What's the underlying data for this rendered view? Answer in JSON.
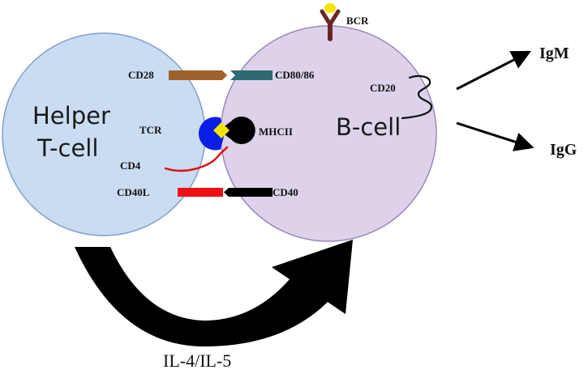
{
  "cells": {
    "t_cell": {
      "line1": "Helper",
      "line2": "T-cell",
      "fill": "#c9dcf2",
      "stroke": "#7f9fc8"
    },
    "b_cell": {
      "label": "B-cell",
      "fill": "#ddd2ea",
      "stroke": "#9a88b8"
    }
  },
  "labels": {
    "cd28": "CD28",
    "cd80_86": "CD80/86",
    "tcr": "TCR",
    "mhcii": "MHCII",
    "cd4": "CD4",
    "cd40l": "CD40L",
    "cd40": "CD40",
    "bcr": "BCR",
    "cd20": "CD20",
    "igm": "IgM",
    "igg": "IgG",
    "cytokines": "IL-4/IL-5"
  },
  "colors": {
    "cd28": "#a0612a",
    "cd80_86": "#2e6a72",
    "tcr": "#0a1ee6",
    "mhcii": "#000000",
    "antigen": "#f5e400",
    "cd4": "#e01010",
    "cd40l": "#ee1111",
    "cd40": "#000000",
    "bcr": "#6b2626",
    "arrows": "#000000"
  }
}
